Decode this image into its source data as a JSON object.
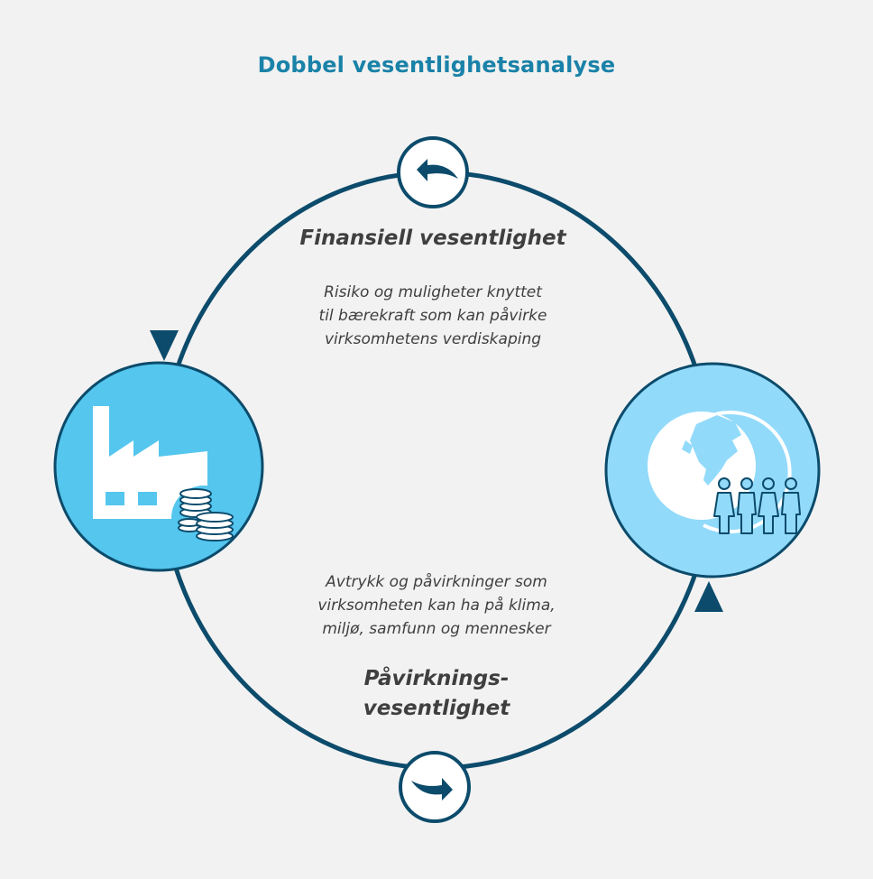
{
  "title": "Dobbel vesentlighetsanalyse",
  "financial": {
    "heading": "Finansiell vesentlighet",
    "description_lines": [
      "Risiko og muligheter knyttet",
      "til bærekraft som kan påvirke",
      "virksomhetens verdiskaping"
    ]
  },
  "impact": {
    "heading_lines": [
      "Påvirknings-",
      "vesentlighet"
    ],
    "description_lines": [
      "Avtrykk og påvirkninger som",
      "virksomheten kan ha på klima,",
      "miljø,  samfunn og mennesker"
    ]
  },
  "icons": {
    "left": "factory-coins-icon",
    "right": "globe-people-icon",
    "top_arrow": "arrow-left-icon",
    "bottom_arrow": "arrow-right-icon"
  },
  "colors": {
    "cycle": "#0c4b6b",
    "left_circle": "#55c6ee",
    "right_circle": "#92dafa",
    "title": "#1a82a8"
  }
}
